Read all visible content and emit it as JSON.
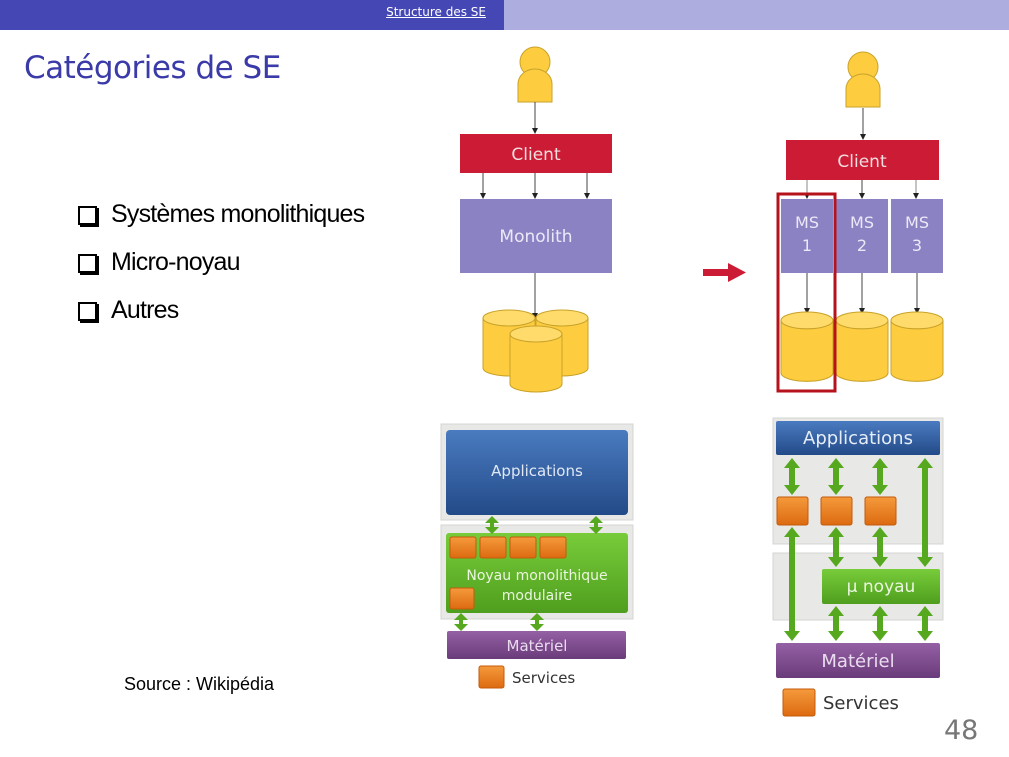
{
  "header": {
    "section_link": "Structure des SE",
    "colors": {
      "bar_left": "#4547b5",
      "bar_right": "#adaddf"
    }
  },
  "slide": {
    "title": "Catégories de SE",
    "bullets": [
      {
        "label": "Systèmes monolithiques",
        "icon": "checkbox-icon"
      },
      {
        "label": "Micro-noyau",
        "icon": "checkbox-icon"
      },
      {
        "label": "Autres",
        "icon": "checkbox-icon"
      }
    ],
    "source": "Source : Wikipédia",
    "page_number": "48"
  },
  "diagrams": {
    "monolith_arch": {
      "user_icon": "user-icon",
      "client_label": "Client",
      "monolith_label": "Monolith",
      "database_count": 3
    },
    "microservices_arch": {
      "user_icon": "user-icon",
      "client_label": "Client",
      "services": [
        {
          "line1": "MS",
          "line2": "1"
        },
        {
          "line1": "MS",
          "line2": "2"
        },
        {
          "line1": "MS",
          "line2": "3"
        }
      ],
      "highlighted_service": "MS 1",
      "transition_arrow": "arrow-right-icon"
    },
    "monolithic_kernel": {
      "applications_label": "Applications",
      "kernel_label_line1": "Noyau monolithique",
      "kernel_label_line2": "modulaire",
      "hardware_label": "Matériel",
      "legend_label": "Services"
    },
    "microkernel": {
      "applications_label": "Applications",
      "kernel_label": "µ noyau",
      "hardware_label": "Matériel",
      "legend_label": "Services"
    },
    "colors": {
      "client_red": "#cc1c35",
      "service_purple": "#8b82c4",
      "db_yellow": "#fdcd3f",
      "apps_blue": "#2e5c9e",
      "kernel_green": "#5fb52a",
      "hardware_purple": "#7d4a8c",
      "service_orange": "#ea7a1a",
      "arrow_green": "#56a81e"
    }
  }
}
